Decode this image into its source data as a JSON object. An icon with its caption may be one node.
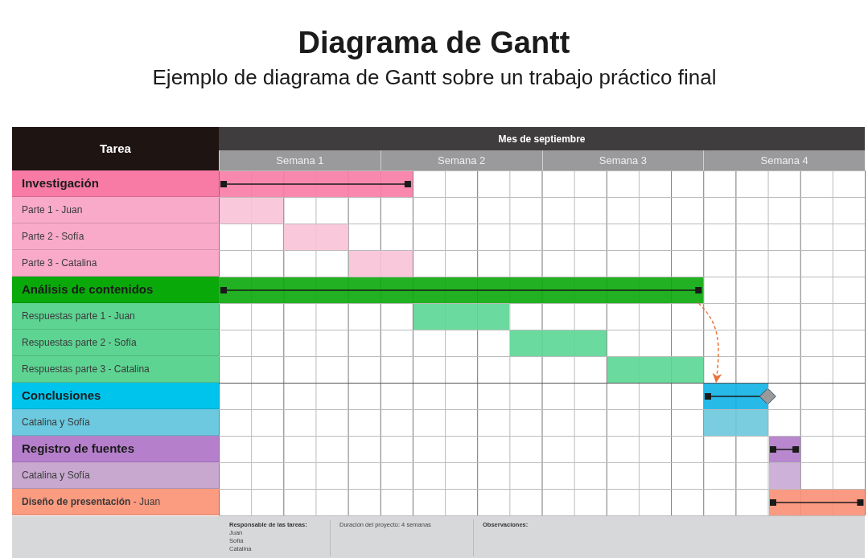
{
  "diagram": {
    "title": "Diagrama de Gantt",
    "nodes": [
      {
        "text": [],
        "shape": "bar"
      },
      {
        "text": [],
        "shape": "bar"
      },
      {
        "text": [],
        "shape": "bar"
      },
      {
        "text": [],
        "shape": "bar"
      },
      {
        "text": [],
        "shape": "bar"
      },
      {
        "text": [],
        "shape": "bar"
      },
      {
        "text": [],
        "shape": "bar"
      },
      {
        "text": [],
        "shape": "bar"
      },
      {
        "text": [],
        "shape": "bar"
      },
      {
        "text": [],
        "shape": "bar"
      },
      {
        "text": [],
        "shape": "bar"
      },
      {
        "text": [],
        "shape": "bar"
      },
      {
        "text": [],
        "shape": "bar"
      }
    ],
    "edges": [
      {
        "from": 4,
        "to": 8,
        "arrow": "to",
        "style": "dashed",
        "color": "#e8743b"
      }
    ],
    "labels": [
      "Ejemplo de diagrama de Gantt sobre un trabajo práctico final",
      "Tarea",
      "Mes de septiembre",
      "Semana 1",
      "Semana 2",
      "Semana 3",
      "Semana 4",
      "Investigación",
      "Parte 1 - Juan",
      "Parte 2 - Sofía",
      "Parte 3 - Catalina",
      "Análisis de contenidos",
      "Respuestas parte 1 - Juan",
      "Respuestas parte 2 - Sofía",
      "Respuestas parte 3 - Catalina",
      "Conclusiones",
      "Catalina y Sofía",
      "Registro de fuentes",
      "Catalina y Sofía",
      "**Diseño de presentación** - Juan",
      "Responsable de las tareas:",
      "Juan",
      "Sofía",
      "Catalina",
      "Duración del proyecto: 4 semanas",
      "Observaciones:"
    ]
  }
}
